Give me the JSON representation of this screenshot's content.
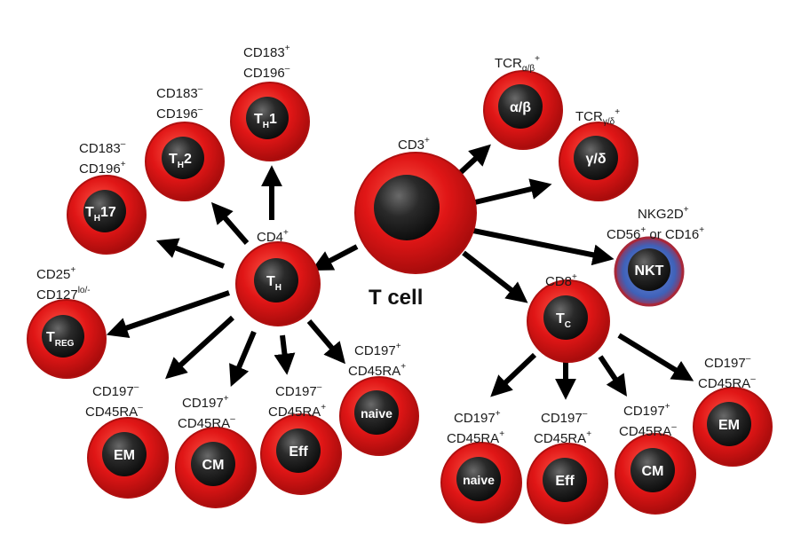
{
  "title": "T cell",
  "colors": {
    "cell_fill": "#e21c1c",
    "cell_rim": "#9c0c0c",
    "nucleus": "#1e1e1e",
    "nkt_fill": "#4767b3",
    "arrow": "#000000"
  },
  "root": {
    "marker_main": "CD3",
    "marker_sup": "+"
  },
  "nodes": {
    "th": {
      "label_main": "T",
      "label_sub": "H",
      "marker_main": "CD4",
      "marker_sup": "+"
    },
    "th1": {
      "label": "T",
      "label_sub": "H",
      "label_suffix": "1",
      "marker1_main": "CD183",
      "marker1_sup": "+",
      "marker2_main": "CD196",
      "marker2_sup": "–"
    },
    "th2": {
      "label": "T",
      "label_sub": "H",
      "label_suffix": "2",
      "marker1_main": "CD183",
      "marker1_sup": "–",
      "marker2_main": "CD196",
      "marker2_sup": "–"
    },
    "th17": {
      "label": "T",
      "label_sub": "H",
      "label_suffix": "17",
      "marker1_main": "CD183",
      "marker1_sup": "–",
      "marker2_main": "CD196",
      "marker2_sup": "+"
    },
    "treg": {
      "label": "T",
      "label_sub": "REG",
      "marker1_main": "CD25",
      "marker1_sup": "+",
      "marker2_main": "CD127",
      "marker2_sup": "lo/-"
    },
    "th_em": {
      "label": "EM",
      "marker1_main": "CD197",
      "marker1_sup": "–",
      "marker2_main": "CD45RA",
      "marker2_sup": "–"
    },
    "th_cm": {
      "label": "CM",
      "marker1_main": "CD197",
      "marker1_sup": "+",
      "marker2_main": "CD45RA",
      "marker2_sup": "–"
    },
    "th_eff": {
      "label": "Eff",
      "marker1_main": "CD197",
      "marker1_sup": "–",
      "marker2_main": "CD45RA",
      "marker2_sup": "+"
    },
    "th_naive": {
      "label": "naive",
      "marker1_main": "CD197",
      "marker1_sup": "+",
      "marker2_main": "CD45RA",
      "marker2_sup": "+"
    },
    "ab": {
      "label": "α/β",
      "marker_main": "TCR",
      "marker_sub": "α/β",
      "marker_sup": "+"
    },
    "gd": {
      "label": "γ/δ",
      "marker_main": "TCR",
      "marker_sub": "γ/δ",
      "marker_sup": "+"
    },
    "nkt": {
      "label": "NKT",
      "marker1_main": "NKG2D",
      "marker1_sup": "+",
      "marker2_a": "CD56",
      "marker2_a_sup": "+",
      "marker2_or": " or ",
      "marker2_b": "CD16",
      "marker2_b_sup": "+"
    },
    "tc": {
      "label_main": "T",
      "label_sub": "C",
      "marker_main": "CD8",
      "marker_sup": "+"
    },
    "tc_naive": {
      "label": "naive",
      "marker1_main": "CD197",
      "marker1_sup": "+",
      "marker2_main": "CD45RA",
      "marker2_sup": "+"
    },
    "tc_eff": {
      "label": "Eff",
      "marker1_main": "CD197",
      "marker1_sup": "–",
      "marker2_main": "CD45RA",
      "marker2_sup": "+"
    },
    "tc_cm": {
      "label": "CM",
      "marker1_main": "CD197",
      "marker1_sup": "+",
      "marker2_main": "CD45RA",
      "marker2_sup": "–"
    },
    "tc_em": {
      "label": "EM",
      "marker1_main": "CD197",
      "marker1_sup": "–",
      "marker2_main": "CD45RA",
      "marker2_sup": "–"
    }
  }
}
